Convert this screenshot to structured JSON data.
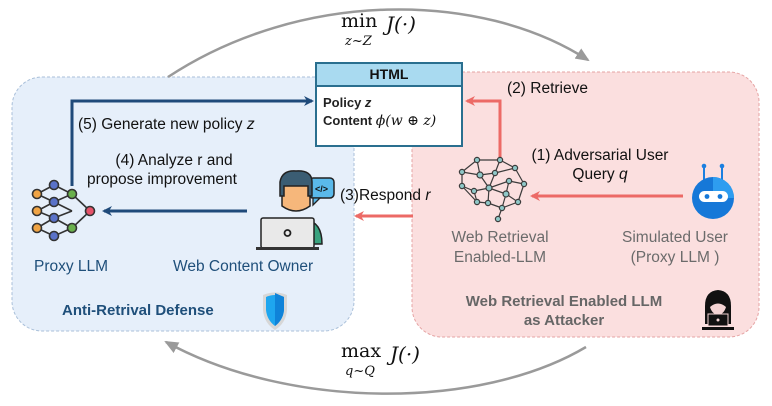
{
  "colors": {
    "defense_bg": "#e6effa",
    "defense_border": "#a9bfd9",
    "attack_bg": "#fbdfdf",
    "attack_border": "#e5a3a3",
    "blue_arrow": "#1f4a7a",
    "red_arrow": "#ec6a66",
    "gray_arrow": "#9a9a9a",
    "html_header": "#a9daf0",
    "html_border": "#2a6f8f"
  },
  "top_objective": {
    "op": "min",
    "subscript": "z~Z",
    "func": "J(·)"
  },
  "bottom_objective": {
    "op": "max",
    "subscript": "q~Q",
    "func": "J(·)"
  },
  "html_box": {
    "header": "HTML",
    "policy_label": "Policy",
    "policy_var": "z",
    "content_label": "Content",
    "content_expr": "ϕ(w ⊕ z)"
  },
  "defense_panel": {
    "title": "Anti-Retrival Defense",
    "proxy_llm_label": "Proxy LLM",
    "owner_label": "Web Content Owner"
  },
  "attack_panel": {
    "title_line1": "Web Retrieval Enabled LLM",
    "title_line2": "as Attacker",
    "llm_label_line1": "Web Retrieval",
    "llm_label_line2": "Enabled-LLM",
    "user_label_line1": "Simulated User",
    "user_label_line2": "(Proxy LLM )"
  },
  "steps": {
    "step1_line1": "(1) Adversarial User",
    "step1_line2": "Query",
    "step1_var": "q",
    "step2": "(2) Retrieve",
    "step3": "(3)Respond",
    "step3_var": "r",
    "step4_line1": "(4) Analyze r and",
    "step4_line2": "propose improvement",
    "step5": "(5) Generate new policy",
    "step5_var": "z"
  },
  "icons": {
    "proxy_llm": "neural-network-icon",
    "owner": "developer-laptop-icon",
    "shield": "shield-icon",
    "web_llm": "brain-network-icon",
    "simulated_user": "robot-icon",
    "attacker": "hacker-icon"
  }
}
